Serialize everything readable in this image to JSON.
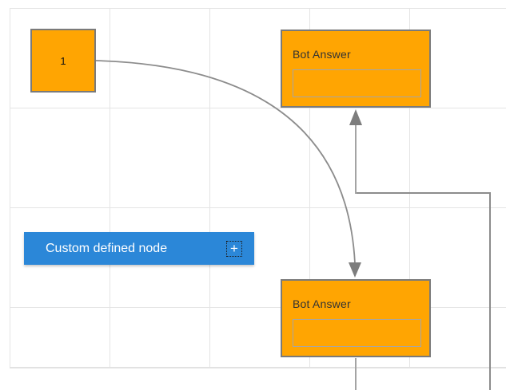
{
  "canvas": {
    "background_color": "#ffffff",
    "grid_line_color": "#e4e4e4",
    "grid_cell_size": 125
  },
  "nodes": [
    {
      "id": "start",
      "label": "1",
      "fill": "#ffa502",
      "border": "#7a7a7a"
    },
    {
      "id": "bot-answer-top",
      "title": "Bot Answer",
      "input_value": "",
      "fill": "#ffa502",
      "border": "#7a7a7a"
    },
    {
      "id": "bot-answer-bottom",
      "title": "Bot Answer",
      "input_value": "",
      "fill": "#ffa502",
      "border": "#7a7a7a"
    }
  ],
  "palette": {
    "custom_node_label": "Custom defined node",
    "fill_color": "#2b87d8",
    "text_color": "#ffffff"
  },
  "icons": {
    "add_icon_glyph": "+"
  },
  "connectors": {
    "line_color": "#8c8c8c",
    "light_line_color": "#a4a4a4",
    "arrow_color": "#7d7d7d",
    "edges": [
      {
        "from": "start",
        "to": "bot-answer-bottom",
        "shape": "curved",
        "arrow": "down"
      },
      {
        "from": "offscreen-bottom-right",
        "to": "bot-answer-top",
        "shape": "orthogonal",
        "arrow": "up"
      },
      {
        "from": "bot-answer-bottom",
        "to": "offscreen-bottom",
        "shape": "straight",
        "arrow": "none"
      }
    ]
  }
}
